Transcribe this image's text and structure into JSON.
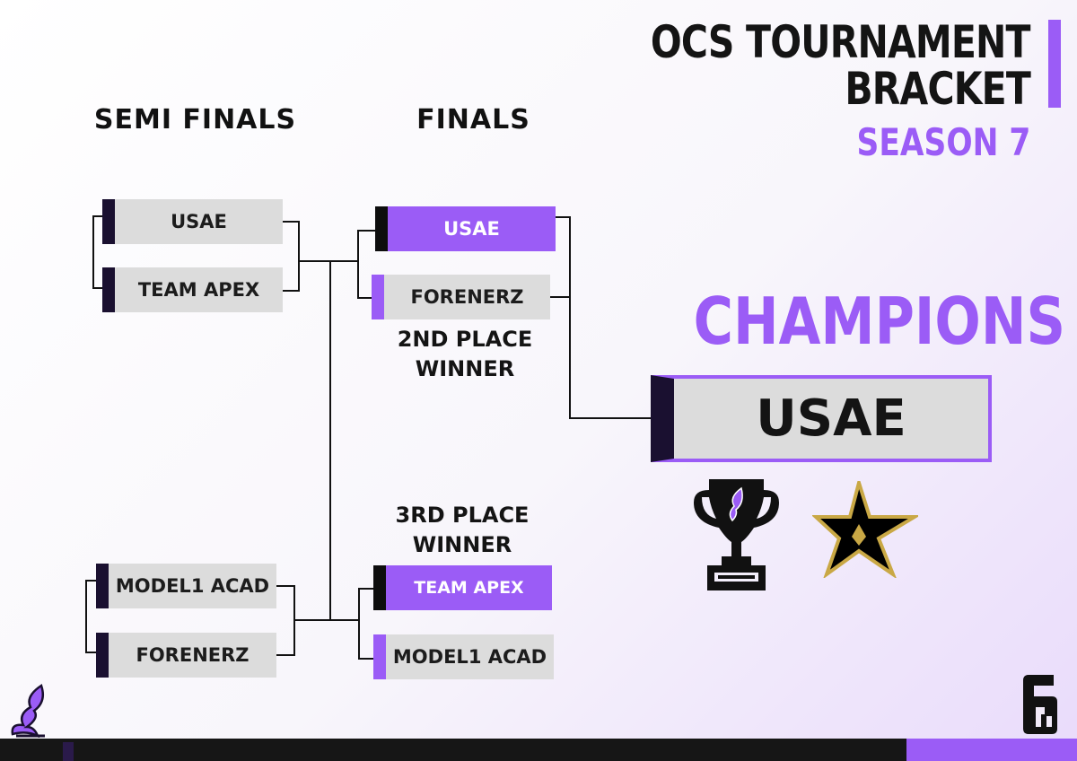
{
  "header": {
    "title_line1": "OCS TOURNAMENT",
    "title_line2": "BRACKET",
    "subtitle": "SEASON 7"
  },
  "rounds": {
    "semi_finals_label": "SEMI FINALS",
    "finals_label": "FINALS"
  },
  "semi_finals": {
    "upper": [
      "USAE",
      "TEAM APEX"
    ],
    "lower": [
      "MODEL1 ACAD",
      "FORENERZ"
    ]
  },
  "finals": {
    "upper": [
      "USAE",
      "FORENERZ"
    ],
    "lower": [
      "TEAM APEX",
      "MODEL1 ACAD"
    ]
  },
  "placements": {
    "second_line1": "2ND PLACE",
    "second_line2": "WINNER",
    "third_line1": "3RD PLACE",
    "third_line2": "WINNER"
  },
  "champions": {
    "label": "CHAMPIONS",
    "team": "USAE"
  },
  "icons": [
    "trophy-icon",
    "star-team-logo-icon",
    "org-logo-icon",
    "rainbow-six-logo-icon"
  ],
  "colors": {
    "accent": "#9b5cf6",
    "dark": "#1a1030",
    "box": "#dcdcdc",
    "text": "#141414"
  }
}
